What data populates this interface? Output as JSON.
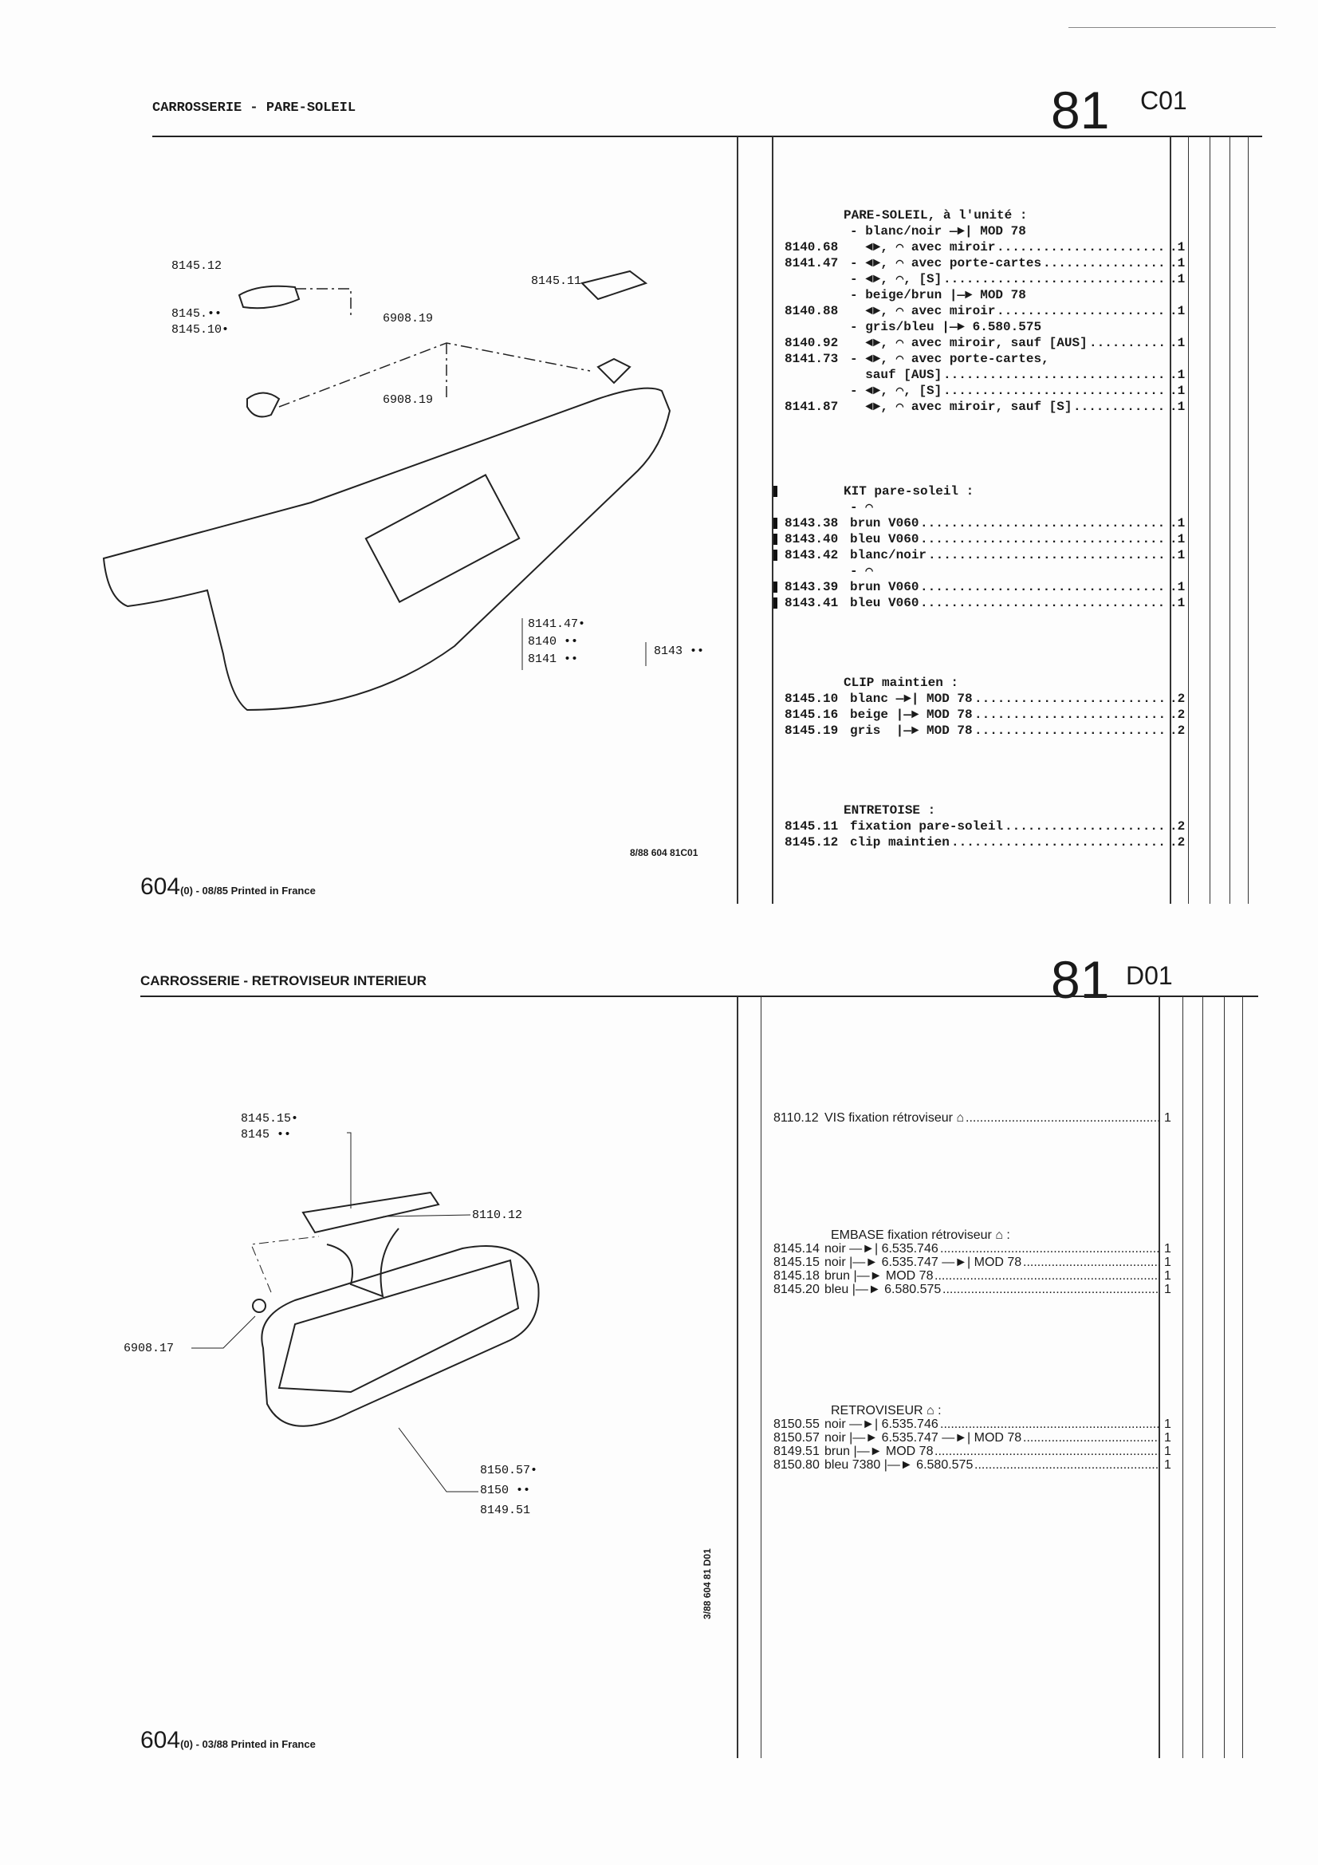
{
  "top": {
    "title": "CARROSSERIE - PARE-SOLEIL",
    "section_number": "81",
    "section_code": "C01",
    "side_ref": "8/88 604 81C01",
    "footer_model": "604",
    "footer_text": "(0) - 08/85 Printed in France",
    "diagram_labels": [
      "8145.12",
      "8145.••",
      "8145.10•",
      "6908.19",
      "8145.11",
      "6908.19",
      "8141.47•",
      "8140 ••",
      "8141 ••",
      "8143 ••"
    ],
    "groups": [
      {
        "title": "PARE-SOLEIL, à l'unité :",
        "mark": false,
        "rows": [
          {
            "ref": "",
            "text": "- blanc/noir —►| MOD 78",
            "qty": ""
          },
          {
            "ref": "8140.68",
            "text": "  ◄►, ⌒ avec miroir",
            "qty": ".1"
          },
          {
            "ref": "8141.47",
            "text": "- ◄►, ⌒ avec porte-cartes",
            "qty": ".1"
          },
          {
            "ref": "",
            "text": "- ◄►, ⌒, [S]",
            "qty": ".1"
          },
          {
            "ref": "",
            "text": "- beige/brun |—► MOD 78",
            "qty": ""
          },
          {
            "ref": "8140.88",
            "text": "  ◄►, ⌒ avec miroir",
            "qty": ".1"
          },
          {
            "ref": "",
            "text": "- gris/bleu |—► 6.580.575",
            "qty": ""
          },
          {
            "ref": "8140.92",
            "text": "  ◄►, ⌒ avec miroir, sauf [AUS]",
            "qty": ".1"
          },
          {
            "ref": "8141.73",
            "text": "- ◄►, ⌒ avec porte-cartes,",
            "qty": ""
          },
          {
            "ref": "",
            "text": "  sauf [AUS]",
            "qty": ".1"
          },
          {
            "ref": "",
            "text": "- ◄►, ⌒, [S]",
            "qty": ".1"
          },
          {
            "ref": "8141.87",
            "text": "  ◄►, ⌒ avec miroir, sauf [S]",
            "qty": ".1"
          }
        ]
      },
      {
        "title": "KIT pare-soleil :",
        "mark": true,
        "rows": [
          {
            "ref": "",
            "text": "- ⌒",
            "qty": ""
          },
          {
            "ref": "8143.38",
            "text": "brun V060",
            "qty": ".1",
            "mark": true
          },
          {
            "ref": "8143.40",
            "text": "bleu V060",
            "qty": ".1",
            "mark": true
          },
          {
            "ref": "8143.42",
            "text": "blanc/noir",
            "qty": ".1",
            "mark": true
          },
          {
            "ref": "",
            "text": "- ⌒",
            "qty": ""
          },
          {
            "ref": "8143.39",
            "text": "brun V060",
            "qty": ".1",
            "mark": true
          },
          {
            "ref": "8143.41",
            "text": "bleu V060",
            "qty": ".1",
            "mark": true
          }
        ]
      },
      {
        "title": "CLIP maintien :",
        "mark": false,
        "rows": [
          {
            "ref": "8145.10",
            "text": "blanc —►| MOD 78",
            "qty": ".2"
          },
          {
            "ref": "8145.16",
            "text": "beige |—► MOD 78",
            "qty": ".2"
          },
          {
            "ref": "8145.19",
            "text": "gris  |—► MOD 78",
            "qty": ".2"
          }
        ]
      },
      {
        "title": "ENTRETOISE :",
        "mark": false,
        "rows": [
          {
            "ref": "8145.11",
            "text": "fixation pare-soleil",
            "qty": ".2"
          },
          {
            "ref": "8145.12",
            "text": "clip maintien",
            "qty": ".2"
          }
        ]
      }
    ]
  },
  "bottom": {
    "title": "CARROSSERIE - RETROVISEUR INTERIEUR",
    "section_number": "81",
    "section_code": "D01",
    "side_ref": "3/88 604 81 D01",
    "footer_model": "604",
    "footer_text": "(0) - 03/88 Printed in France",
    "diagram_labels": [
      "8145.15•",
      "8145 ••",
      "8110.12",
      "6908.17",
      "8150.57•",
      "8150 ••",
      "8149.51"
    ],
    "groups": [
      {
        "title": "",
        "rows": [
          {
            "ref": "8110.12",
            "text": "VIS fixation rétroviseur ⌂",
            "qty": "1"
          }
        ]
      },
      {
        "title": "EMBASE fixation rétroviseur ⌂ :",
        "rows": [
          {
            "ref": "8145.14",
            "text": "noir —►| 6.535.746",
            "qty": "1"
          },
          {
            "ref": "8145.15",
            "text": "noir |—► 6.535.747 —►| MOD 78",
            "qty": "1"
          },
          {
            "ref": "8145.18",
            "text": "brun |—► MOD 78",
            "qty": "1"
          },
          {
            "ref": "8145.20",
            "text": "bleu |—► 6.580.575",
            "qty": "1"
          }
        ]
      },
      {
        "title": "RETROVISEUR ⌂ :",
        "rows": [
          {
            "ref": "8150.55",
            "text": "noir —►| 6.535.746",
            "qty": "1"
          },
          {
            "ref": "8150.57",
            "text": "noir |—► 6.535.747 —►| MOD 78",
            "qty": "1"
          },
          {
            "ref": "8149.51",
            "text": "brun |—► MOD 78",
            "qty": "1"
          },
          {
            "ref": "8150.80",
            "text": "bleu 7380 |—► 6.580.575",
            "qty": "1"
          }
        ]
      }
    ]
  }
}
